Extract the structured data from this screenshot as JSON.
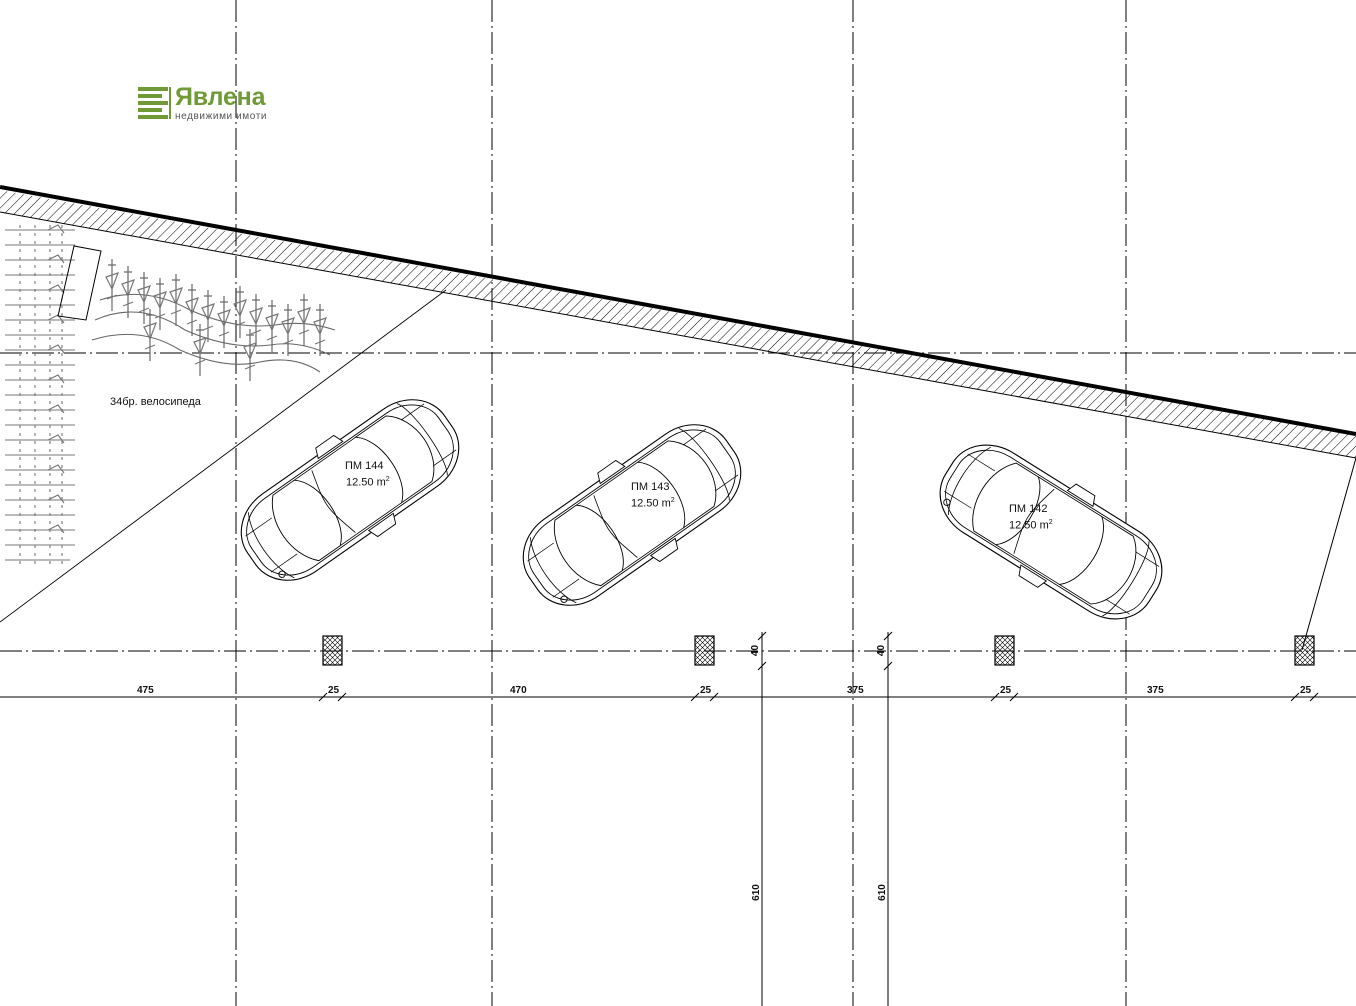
{
  "logo": {
    "name": "Явлена",
    "tagline": "недвижими имоти",
    "icon": "yavlena-logo-icon",
    "color": "#6f9a35"
  },
  "bike_label": "34бр. велосипеда",
  "parking_spots": [
    {
      "id": "ПМ 144",
      "area": "12.50 m",
      "area_sup": "2"
    },
    {
      "id": "ПМ 143",
      "area": "12.50 m",
      "area_sup": "2"
    },
    {
      "id": "ПМ 142",
      "area": "12.50 m",
      "area_sup": "2"
    }
  ],
  "dimensions": {
    "row": [
      "475",
      "25",
      "470",
      "25",
      "375",
      "25",
      "375",
      "25"
    ],
    "vertical_small": [
      "40",
      "40"
    ],
    "vertical_large": [
      "610",
      "610"
    ]
  }
}
